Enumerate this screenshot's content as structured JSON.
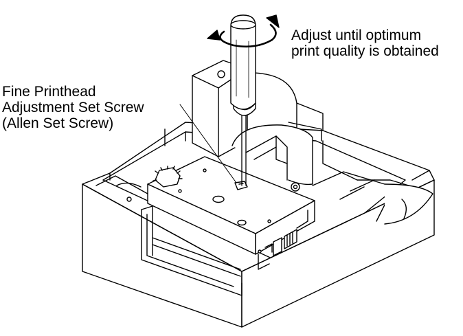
{
  "callouts": {
    "adjust": {
      "line1": "Adjust until optimum",
      "line2": "print quality is obtained"
    },
    "screw": {
      "line1": "Fine Printhead",
      "line2": "Adjustment Set Screw",
      "line3": "(Allen Set Screw)"
    }
  },
  "colors": {
    "stroke": "#000000",
    "fill": "#ffffff",
    "handle": "#d9d9d9"
  },
  "icons": {
    "rotation": "curved-arrow-icon",
    "tool": "screwdriver-icon"
  }
}
